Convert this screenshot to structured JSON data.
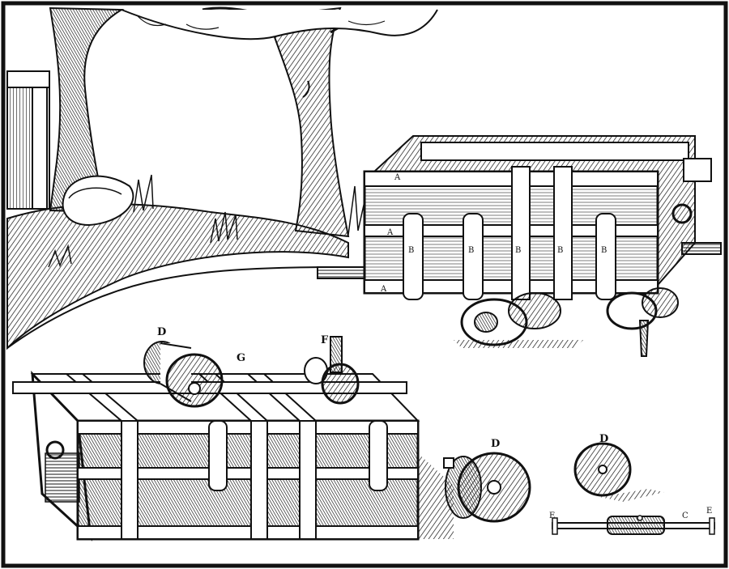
{
  "figure": {
    "labels": {
      "A": "A",
      "B": "B",
      "C": "C",
      "D": "D",
      "E": "E",
      "F": "F",
      "G": "G"
    },
    "colors": {
      "ink": "#111111",
      "paper": "#ffffff"
    }
  }
}
